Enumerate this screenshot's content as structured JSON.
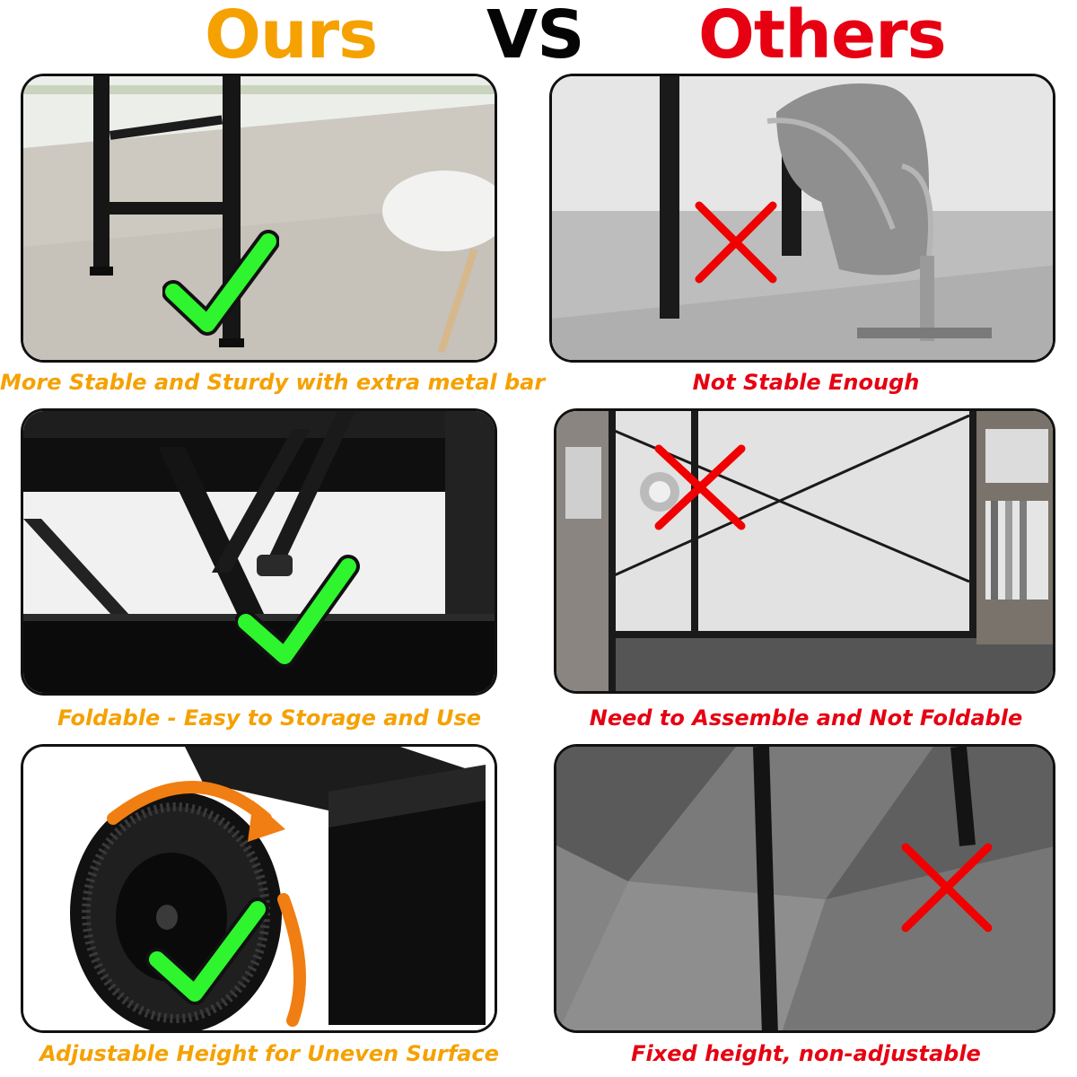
{
  "header": {
    "ours": "Ours",
    "vs": "VS",
    "others": "Others"
  },
  "colors": {
    "ours": "#f5a100",
    "vs": "#050505",
    "others": "#e60012",
    "check": "#2ef52e",
    "cross": "#f00000",
    "arrow": "#f07e12"
  },
  "rows": [
    {
      "ours_caption": "More Stable and Sturdy with extra metal bar",
      "others_caption": "Not Stable Enough"
    },
    {
      "ours_caption": "Foldable - Easy to Storage and Use",
      "others_caption": "Need to Assemble and Not Foldable"
    },
    {
      "ours_caption": "Adjustable Height for Uneven Surface",
      "others_caption": "Fixed height, non-adjustable"
    }
  ],
  "icons": {
    "ours": "check-icon",
    "others": "cross-icon",
    "adjust": "rotate-arrow-icon"
  }
}
